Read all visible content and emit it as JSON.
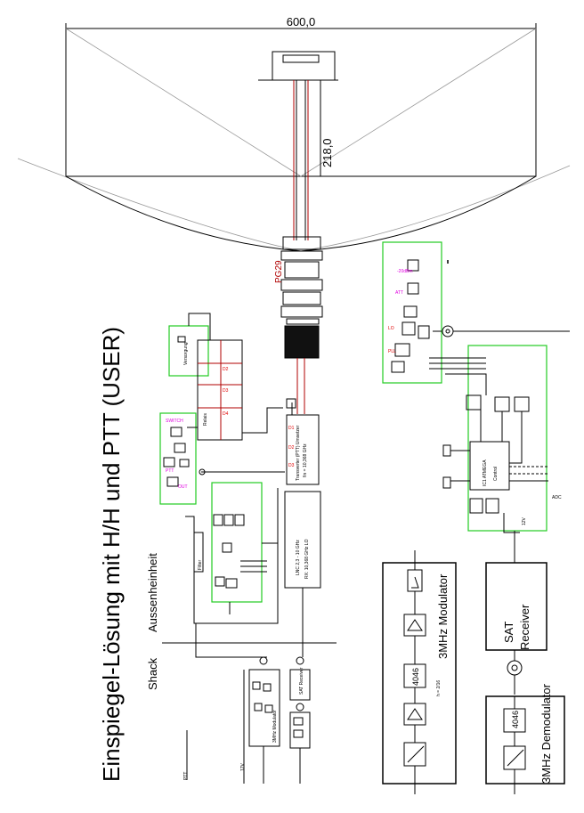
{
  "title": "Einspiegel-Lösung mit H/H und PTT (USER)",
  "labels": {
    "shack": "Shack",
    "aussen": "Aussenheinheit",
    "dim_width": "600,0",
    "dim_depth": "218,0",
    "feed_label": "PG29",
    "modulator": "3MHz Modulator",
    "demodulator": "3MHz Demodulator",
    "sat_receiver": "SAT\nReceiver",
    "ic_4046": "4046",
    "ptt": "PTT",
    "v12": "12V",
    "h_eq": "h = 2/16"
  },
  "colors": {
    "green_box": "#22cc22",
    "red_text": "#e00000",
    "magenta_text": "#e000e0",
    "coax": "#b00000"
  }
}
